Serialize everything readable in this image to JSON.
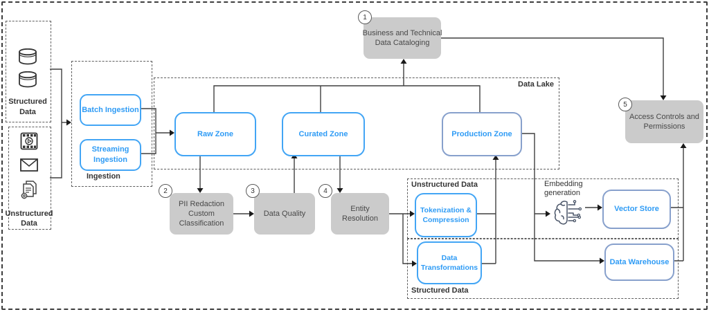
{
  "sources": {
    "structured_label": "Structured\nData",
    "unstructured_label": "Unstructured\nData"
  },
  "ingestion": {
    "container_label": "Ingestion",
    "batch_label": "Batch Ingestion",
    "streaming_label": "Streaming\nIngestion"
  },
  "data_lake": {
    "container_label": "Data Lake",
    "raw_label": "Raw Zone",
    "curated_label": "Curated Zone",
    "production_label": "Production Zone"
  },
  "governance": {
    "cataloging": {
      "number": "1",
      "label": "Business and Technical\nData Cataloging"
    },
    "pii": {
      "number": "2",
      "label": "PII Redaction\nCustom\nClassification"
    },
    "quality": {
      "number": "3",
      "label": "Data Quality"
    },
    "entity": {
      "number": "4",
      "label": "Entity\nResolution"
    },
    "access": {
      "number": "5",
      "label": "Access Controls and\nPermissions"
    }
  },
  "serving": {
    "unstructured_zone_label": "Unstructured Data",
    "structured_zone_label": "Structured Data",
    "tokenization_label": "Tokenization &\nCompression",
    "embedding_label": "Embedding\ngeneration",
    "vector_store_label": "Vector Store",
    "transformations_label": "Data\nTransformations",
    "warehouse_label": "Data Warehouse"
  },
  "colors": {
    "accent_text_blue": "#2E9BF5",
    "bright_blue_border": "#42A5F5",
    "muted_blue_border": "#87A0CC",
    "process_gray": "#CBCBCB",
    "connector_dark": "#3F3F3F"
  }
}
